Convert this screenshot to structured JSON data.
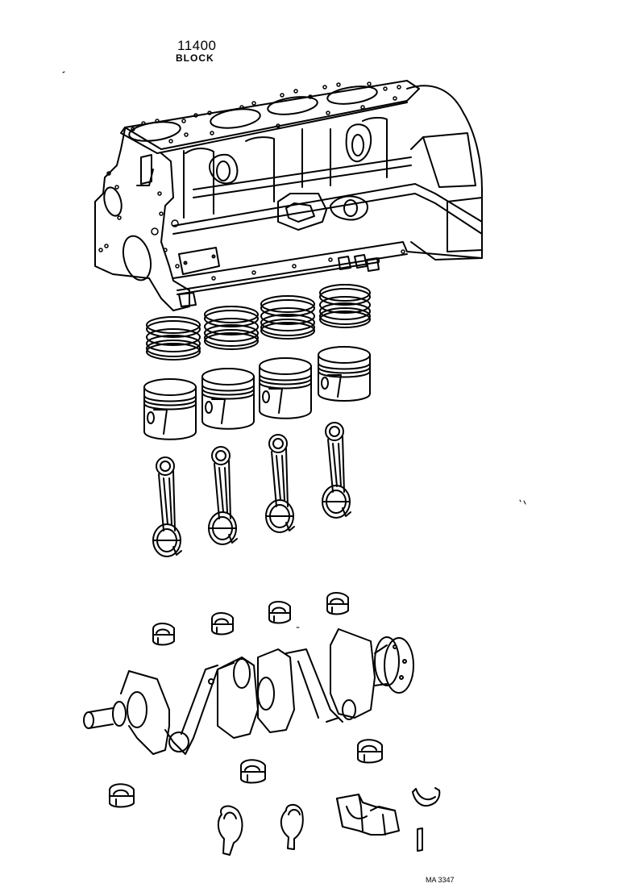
{
  "diagram": {
    "part_number": "11400",
    "part_name": "BLOCK",
    "drawing_code": "MA 3347",
    "line_color": "#000000",
    "background_color": "#ffffff",
    "components": [
      {
        "name": "cylinder-block",
        "count": 1
      },
      {
        "name": "piston-ring-set",
        "count": 4
      },
      {
        "name": "piston",
        "count": 4
      },
      {
        "name": "connecting-rod",
        "count": 4
      },
      {
        "name": "connecting-rod-bearing",
        "count": 4
      },
      {
        "name": "crankshaft",
        "count": 1
      },
      {
        "name": "main-bearing",
        "count": 3
      },
      {
        "name": "thrust-washer",
        "count": 3
      },
      {
        "name": "main-bearing-cap",
        "count": 1
      },
      {
        "name": "pin",
        "count": 1
      }
    ]
  }
}
